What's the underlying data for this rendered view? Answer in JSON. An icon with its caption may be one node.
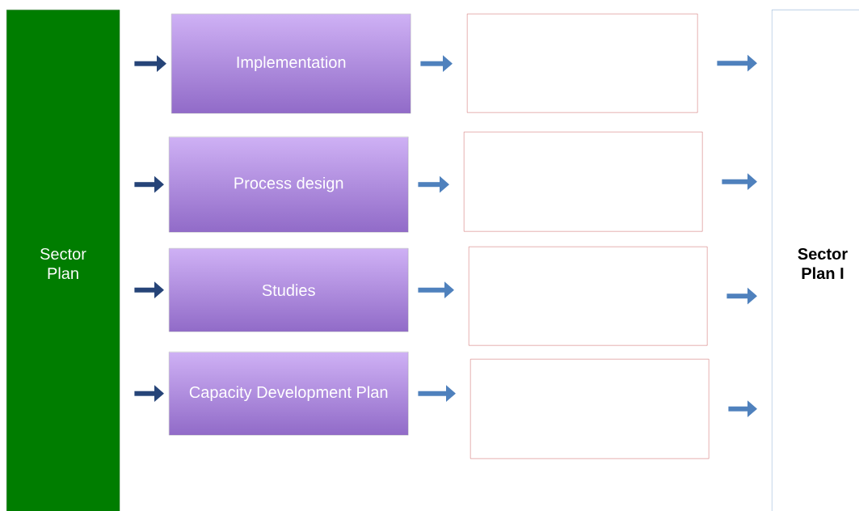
{
  "diagram": {
    "nodes": [
      {
        "text": [
          "Sector Plan"
        ]
      },
      {
        "text": [
          "Implementation"
        ]
      },
      {
        "text": [
          "Process design"
        ]
      },
      {
        "text": [
          "Studies"
        ]
      },
      {
        "text": [
          "Capacity Development Plan"
        ]
      },
      {
        "text": [],
        "shape": "box"
      },
      {
        "text": [],
        "shape": "box"
      },
      {
        "text": [],
        "shape": "box"
      },
      {
        "text": [],
        "shape": "box"
      },
      {
        "text": [
          "Sector Plan I"
        ]
      }
    ],
    "edges": [
      {
        "from": 0,
        "to": 1,
        "arrow": "to",
        "color": "#264478"
      },
      {
        "from": 0,
        "to": 2,
        "arrow": "to",
        "color": "#264478"
      },
      {
        "from": 0,
        "to": 3,
        "arrow": "to",
        "color": "#264478"
      },
      {
        "from": 0,
        "to": 4,
        "arrow": "to",
        "color": "#264478"
      },
      {
        "from": 1,
        "to": 5,
        "arrow": "to"
      },
      {
        "from": 2,
        "to": 6,
        "arrow": "to"
      },
      {
        "from": 3,
        "to": 7,
        "arrow": "to"
      },
      {
        "from": 4,
        "to": 8,
        "arrow": "to"
      },
      {
        "from": 5,
        "to": 9,
        "arrow": "to"
      },
      {
        "from": 6,
        "to": 9,
        "arrow": "to"
      },
      {
        "from": 7,
        "to": 9,
        "arrow": "to"
      },
      {
        "from": 8,
        "to": 9,
        "arrow": "to"
      }
    ]
  }
}
